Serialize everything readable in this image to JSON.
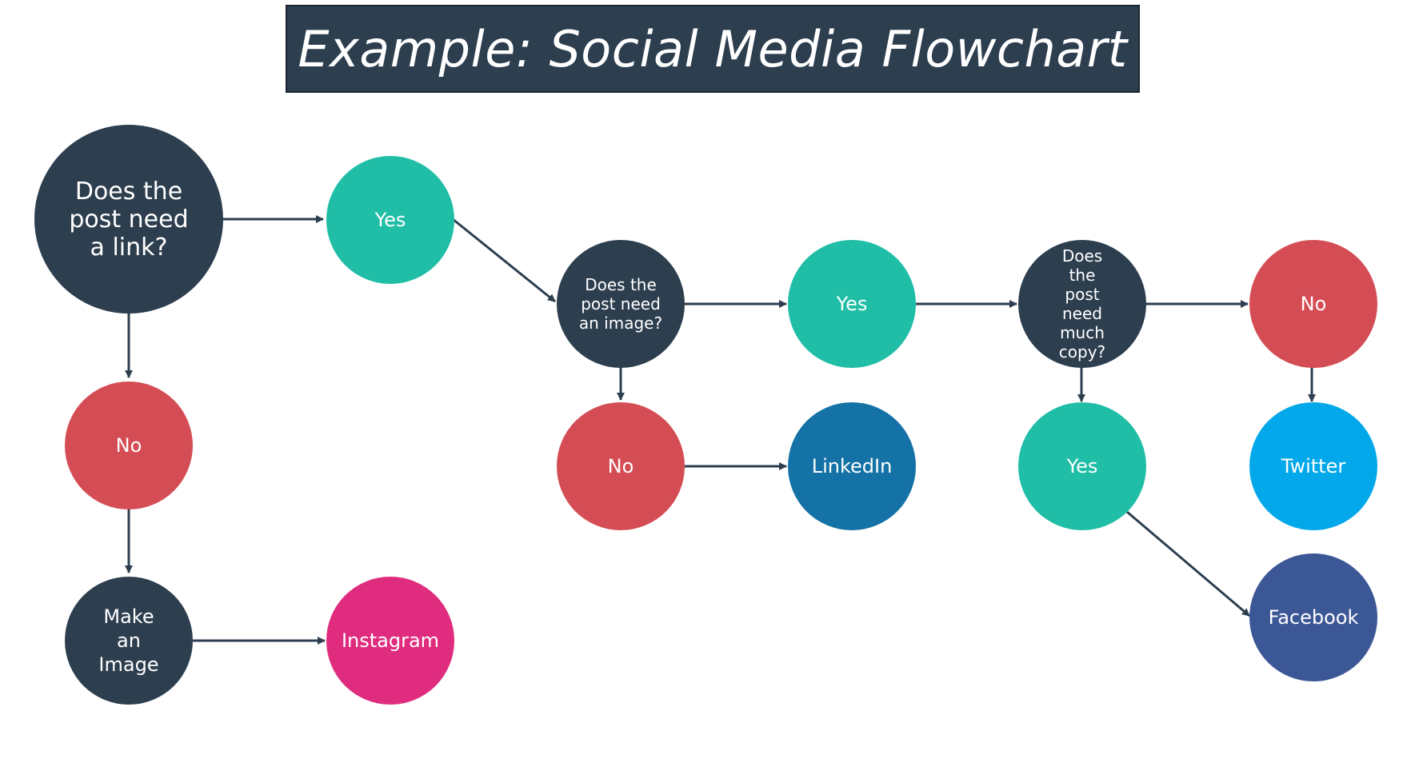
{
  "title": "Example: Social Media Flowchart",
  "colors": {
    "question": "#2d3e4f",
    "yes": "#20bea6",
    "no": "#d54d54",
    "instagram": "#df2c7e",
    "linkedin": "#1472a6",
    "twitter": "#03a8ea",
    "facebook": "#3c5796",
    "arrow": "#2d3e4f"
  },
  "nodes": {
    "q_link": "Does the post need a link?",
    "link_yes": "Yes",
    "link_no": "No",
    "make_image": "Make an Image",
    "instagram": "Instagram",
    "q_image": "Does the post need an image?",
    "image_yes": "Yes",
    "image_no": "No",
    "linkedin": "LinkedIn",
    "q_copy": "Does the post need much copy?",
    "copy_no": "No",
    "copy_yes": "Yes",
    "twitter": "Twitter",
    "facebook": "Facebook"
  }
}
